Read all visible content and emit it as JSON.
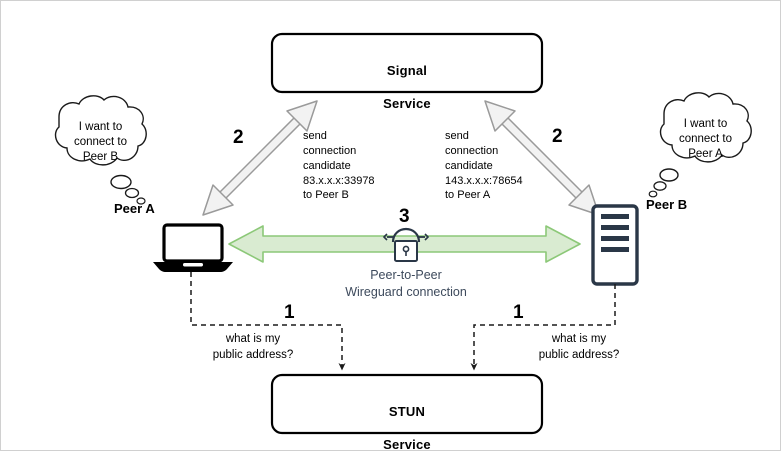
{
  "diagram": {
    "title_boxes": {
      "signal": {
        "line1": "Signal",
        "line2": "Service"
      },
      "stun": {
        "line1": "STUN",
        "line2": "Service"
      }
    },
    "peers": {
      "left": {
        "label": "Peer A",
        "thought": "I want to\nconnect to\nPeer B",
        "device_icon": "laptop-icon"
      },
      "right": {
        "label": "Peer B",
        "thought": "I want to\nconnect to\nPeer A",
        "device_icon": "server-icon"
      }
    },
    "steps": {
      "step1_left": {
        "number": "1",
        "text": "what is my\npublic address?"
      },
      "step1_right": {
        "number": "1",
        "text": "what is my\npublic address?"
      },
      "step2_left": {
        "number": "2",
        "text": "send\nconnection\ncandidate\n83.x.x.x:33978\nto Peer B"
      },
      "step2_right": {
        "number": "2",
        "text": "send\nconnection\ncandidate\n143.x.x.x:78654\nto Peer A"
      },
      "step3": {
        "number": "3",
        "text": "Peer-to-Peer\nWireguard connection",
        "icon": "lock-icon"
      }
    },
    "colors": {
      "outline_black": "#000000",
      "device_navy": "#2a3747",
      "arrow_grey_fill": "#f2f2f2",
      "arrow_grey_stroke": "#9a9a9a",
      "arrow_green_fill": "#d9ebd1",
      "arrow_green_stroke": "#8cc878",
      "p2p_text": "#3d4a5c",
      "dashed_line": "#1a1a1a",
      "background": "#ffffff"
    }
  }
}
